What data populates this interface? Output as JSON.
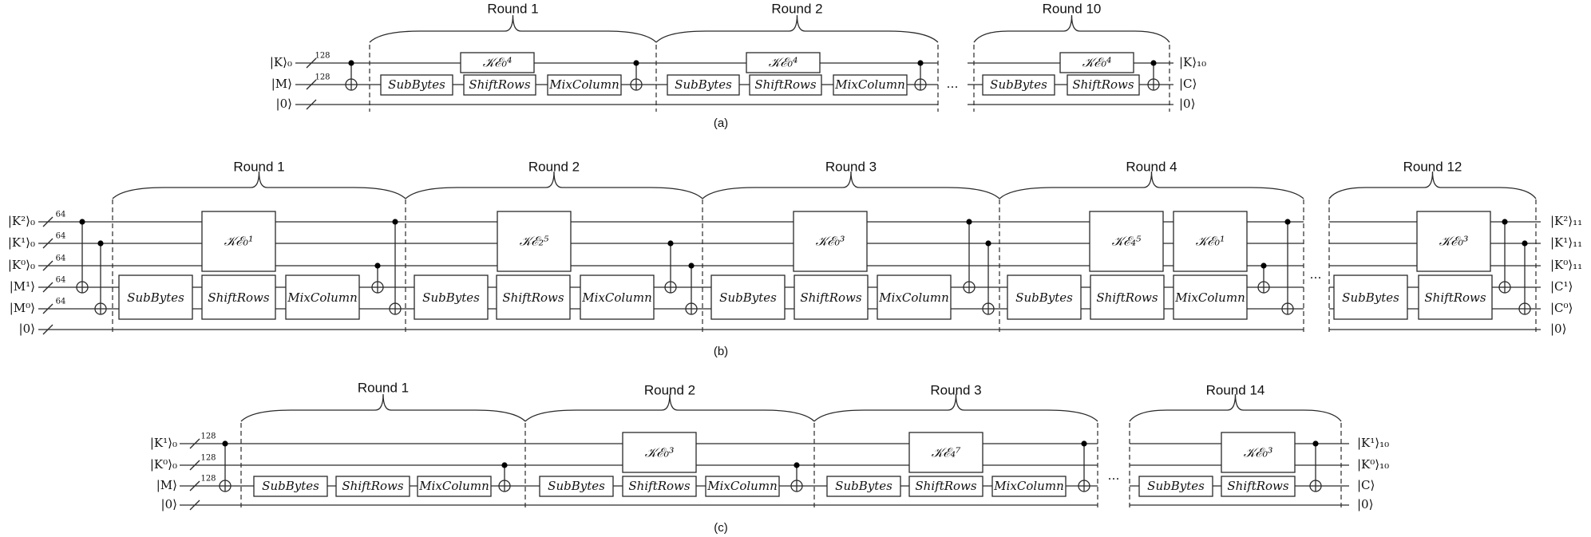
{
  "diagrams": [
    {
      "id": "a",
      "caption": "(a)",
      "wires": [
        "|K⟩₀",
        "|M⟩",
        "|0⟩"
      ],
      "bus_widths": [
        "128",
        "128",
        ""
      ],
      "outputs": [
        "|K⟩₁₀",
        "|C⟩",
        "|0⟩"
      ],
      "rounds": [
        {
          "title": "Round 1",
          "gates": [
            "SubBytes",
            "ShiftRows",
            "MixColumn"
          ],
          "ke": "𝒦ℰ₀⁴"
        },
        {
          "title": "Round 2",
          "gates": [
            "SubBytes",
            "ShiftRows",
            "MixColumn"
          ],
          "ke": "𝒦ℰ₀⁴"
        },
        {
          "title": "Round 10",
          "gates": [
            "SubBytes",
            "ShiftRows"
          ],
          "ke": "𝒦ℰ₀⁴"
        }
      ]
    },
    {
      "id": "b",
      "caption": "(b)",
      "wires": [
        "|K²⟩₀",
        "|K¹⟩₀",
        "|K⁰⟩₀",
        "|M¹⟩",
        "|M⁰⟩",
        "|0⟩"
      ],
      "bus_widths": [
        "64",
        "64",
        "64",
        "64",
        "64",
        ""
      ],
      "outputs": [
        "|K²⟩₁₁",
        "|K¹⟩₁₁",
        "|K⁰⟩₁₁",
        "|C¹⟩",
        "|C⁰⟩",
        "|0⟩"
      ],
      "rounds": [
        {
          "title": "Round 1",
          "gates": [
            "SubBytes",
            "ShiftRows",
            "MixColumn"
          ],
          "ke": [
            "𝒦ℰ₀¹"
          ]
        },
        {
          "title": "Round 2",
          "gates": [
            "SubBytes",
            "ShiftRows",
            "MixColumn"
          ],
          "ke": [
            "𝒦ℰ₂⁵"
          ]
        },
        {
          "title": "Round 3",
          "gates": [
            "SubBytes",
            "ShiftRows",
            "MixColumn"
          ],
          "ke": [
            "𝒦ℰ₀³"
          ]
        },
        {
          "title": "Round 4",
          "gates": [
            "SubBytes",
            "ShiftRows",
            "MixColumn"
          ],
          "ke": [
            "𝒦ℰ₄⁵",
            "𝒦ℰ₀¹"
          ]
        },
        {
          "title": "Round 12",
          "gates": [
            "SubBytes",
            "ShiftRows"
          ],
          "ke": [
            "𝒦ℰ₀³"
          ]
        }
      ]
    },
    {
      "id": "c",
      "caption": "(c)",
      "wires": [
        "|K¹⟩₀",
        "|K⁰⟩₀",
        "|M⟩",
        "|0⟩"
      ],
      "bus_widths": [
        "128",
        "128",
        "128",
        ""
      ],
      "outputs": [
        "|K¹⟩₁₀",
        "|K⁰⟩₁₀",
        "|C⟩",
        "|0⟩"
      ],
      "rounds": [
        {
          "title": "Round 1",
          "gates": [
            "SubBytes",
            "ShiftRows",
            "MixColumn"
          ],
          "ke": ""
        },
        {
          "title": "Round 2",
          "gates": [
            "SubBytes",
            "ShiftRows",
            "MixColumn"
          ],
          "ke": "𝒦ℰ₀³"
        },
        {
          "title": "Round 3",
          "gates": [
            "SubBytes",
            "ShiftRows",
            "MixColumn"
          ],
          "ke": "𝒦ℰ₄⁷"
        },
        {
          "title": "Round 14",
          "gates": [
            "SubBytes",
            "ShiftRows"
          ],
          "ke": "𝒦ℰ₀³"
        }
      ]
    }
  ],
  "ellipsis": "…"
}
